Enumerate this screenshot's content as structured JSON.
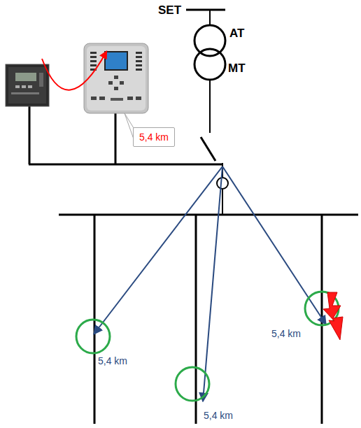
{
  "diagram": {
    "nodes": [
      {
        "text": [
          "5,4 km"
        ]
      }
    ],
    "labels": [
      "SET",
      "AT",
      "MT",
      "5,4 km",
      "5,4 km",
      "5,4 km"
    ]
  }
}
